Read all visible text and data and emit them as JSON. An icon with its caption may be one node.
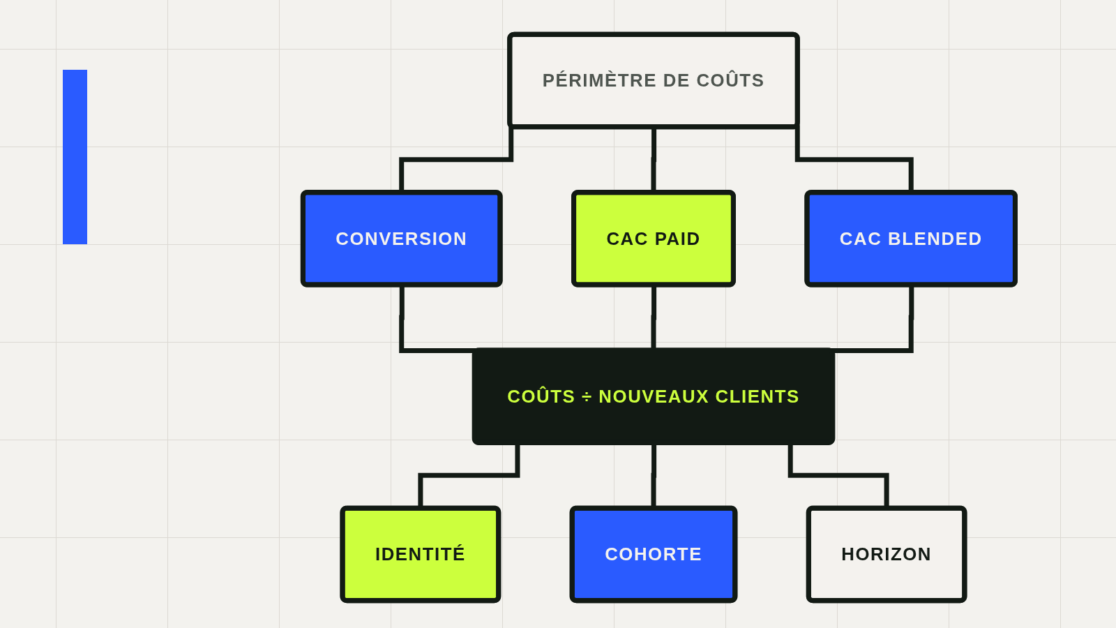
{
  "diagram": {
    "nodes": [
      {
        "text": [
          "PÉRIMÈTRE DE COÛTS"
        ]
      },
      {
        "text": [
          "CONVERSION"
        ]
      },
      {
        "text": [
          "CAC PAID"
        ]
      },
      {
        "text": [
          "CAC BLENDED"
        ]
      },
      {
        "text": [
          "COÛTS ÷ NOUVEAUX CLIENTS"
        ]
      },
      {
        "text": [
          "IDENTITÉ"
        ]
      },
      {
        "text": [
          "COHORTE"
        ]
      },
      {
        "text": [
          "HORIZON"
        ]
      }
    ],
    "edges": [
      {
        "from": 0,
        "to": 1,
        "arrow": "none"
      },
      {
        "from": 0,
        "to": 2,
        "arrow": "none"
      },
      {
        "from": 0,
        "to": 3,
        "arrow": "none"
      },
      {
        "from": 1,
        "to": 4,
        "arrow": "none"
      },
      {
        "from": 2,
        "to": 4,
        "arrow": "none"
      },
      {
        "from": 3,
        "to": 4,
        "arrow": "none"
      },
      {
        "from": 4,
        "to": 5,
        "arrow": "none"
      },
      {
        "from": 4,
        "to": 6,
        "arrow": "none"
      },
      {
        "from": 4,
        "to": 7,
        "arrow": "none"
      }
    ]
  }
}
